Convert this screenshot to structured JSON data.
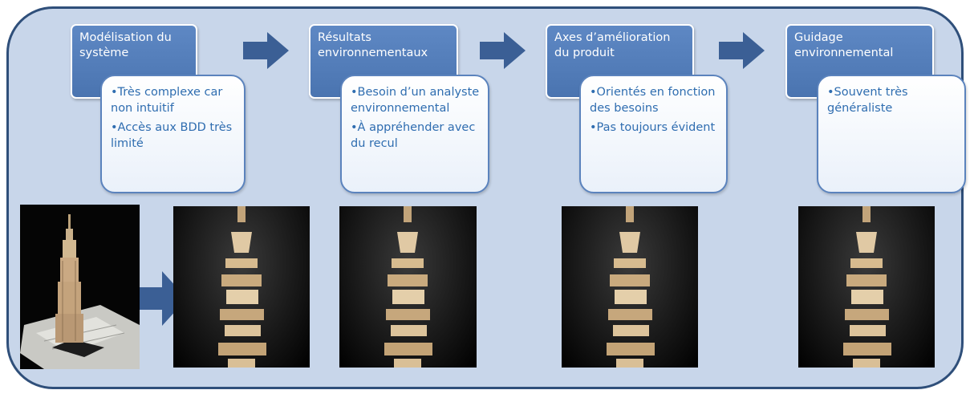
{
  "stages": [
    {
      "title": "Modélisation du système",
      "bullets": [
        "•Très complexe car non intuitif",
        "•Accès aux BDD très limité"
      ]
    },
    {
      "title": "Résultats environnementaux",
      "bullets": [
        "•Besoin d’un analyste environnemental",
        "•À appréhender avec du recul"
      ]
    },
    {
      "title": "Axes d’amélioration du produit",
      "bullets": [
        "•Orientés en fonction des besoins",
        "•Pas toujours évident"
      ]
    },
    {
      "title": "Guidage environnemental",
      "bullets": [
        "•Souvent très généraliste"
      ]
    }
  ],
  "colors": {
    "background": "#c8d6ea",
    "frame_border": "#2f4f7a",
    "stage_fill": "#4f7bbf",
    "detail_text": "#2f6db0",
    "arrow": "#3b5f95"
  },
  "images": [
    "lego-empire-state-building-model",
    "exploded-brick-tower",
    "exploded-brick-tower",
    "exploded-brick-tower",
    "exploded-brick-tower"
  ]
}
